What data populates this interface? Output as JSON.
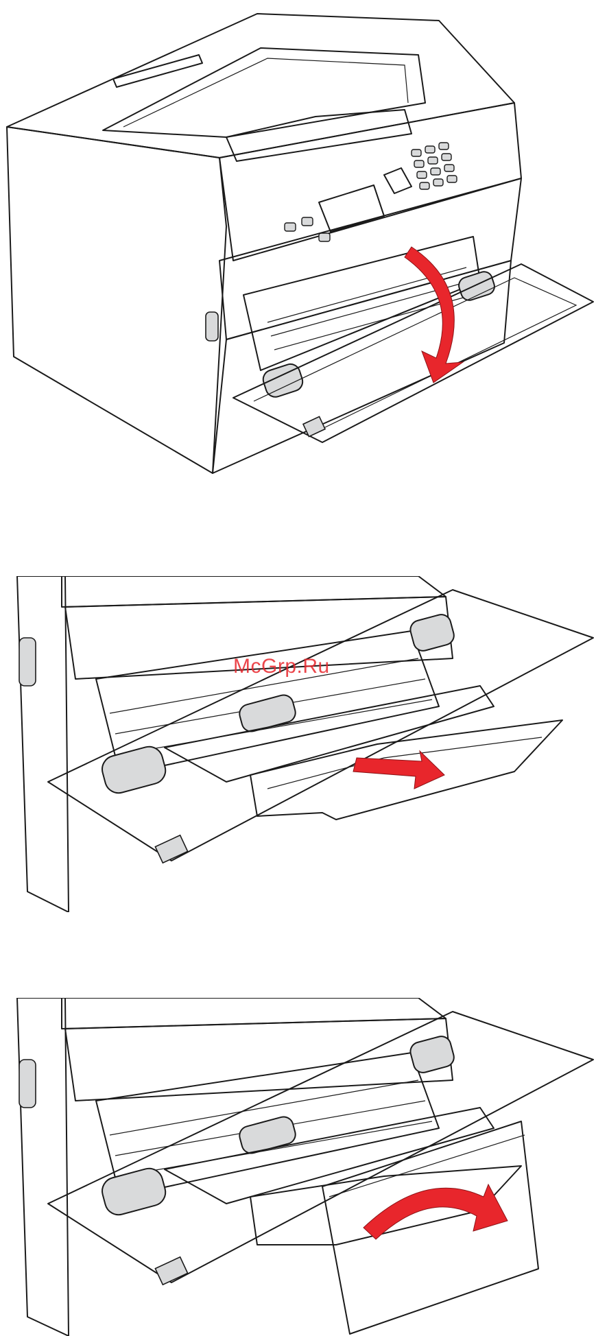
{
  "watermark": {
    "text": "McGrp.Ru"
  },
  "colors": {
    "body_gray": "#8e9092",
    "light_gray": "#d9dadb",
    "mid_gray": "#b8babc",
    "dark_gray": "#5e6062",
    "arrow_red": "#e8262c",
    "outline": "#1a1a1a"
  },
  "steps": [
    {
      "action": "open-tray-door",
      "arrow": "down-curved"
    },
    {
      "action": "pull-out-extender",
      "arrow": "straight"
    },
    {
      "action": "flip-extender",
      "arrow": "curved-over"
    }
  ]
}
